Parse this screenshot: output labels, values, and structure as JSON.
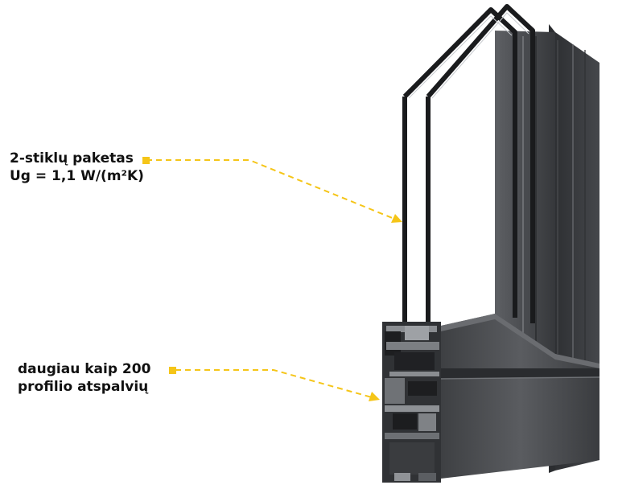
{
  "callouts": {
    "glass": {
      "line1": "2-stiklų paketas",
      "line2": "Ug = 1,1 W/(m²K)"
    },
    "colors": {
      "line1": "daugiau kaip 200",
      "line2": "profilio atspalvių"
    }
  },
  "colors": {
    "accent": "#f5c518",
    "text": "#111111",
    "frame": "#4a4c4f"
  },
  "image": {
    "subject": "aluminum window profile cross-section"
  }
}
